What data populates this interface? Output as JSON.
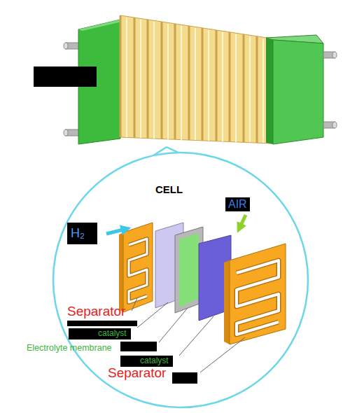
{
  "diagram": {
    "labels": [
      "CELL",
      "AIR",
      "H₂",
      "Separator",
      "catalyst",
      "Electrolyte membrane",
      "catalyst",
      "Separator"
    ]
  }
}
